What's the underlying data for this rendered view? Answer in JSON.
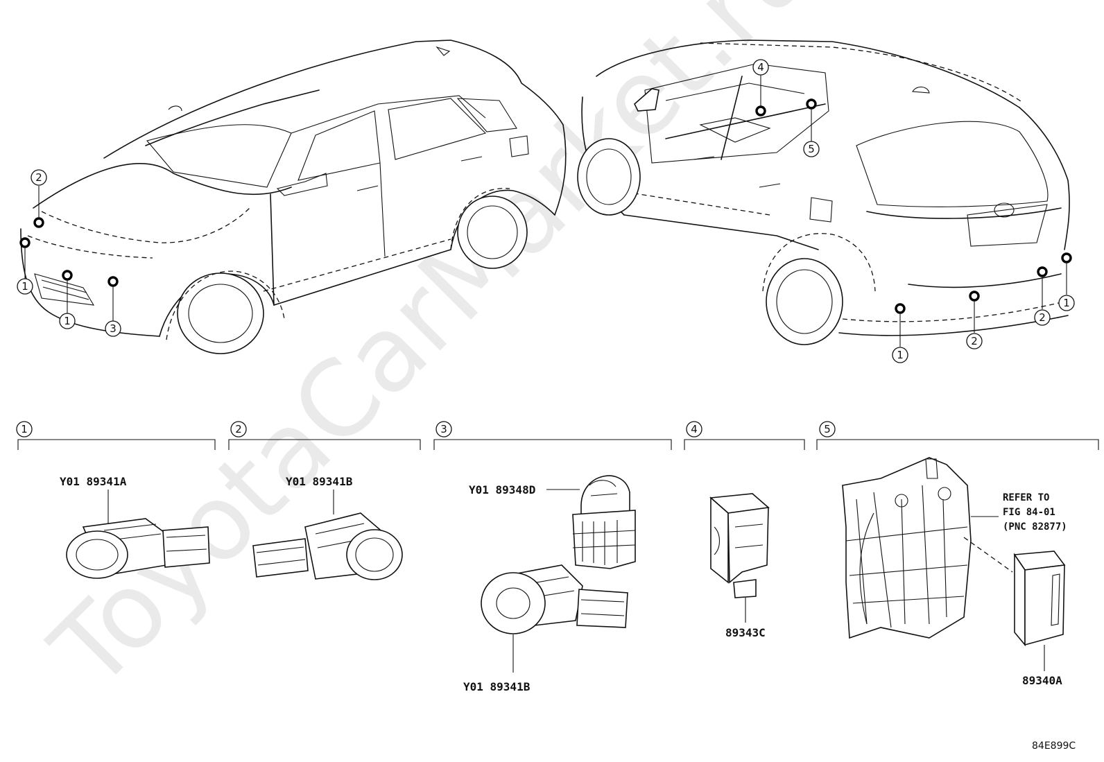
{
  "watermark": "ToyotaCarMarket.ru",
  "figure_code": "84E899C",
  "callout_numbers": [
    "1",
    "2",
    "3",
    "4",
    "5"
  ],
  "groups": [
    {
      "number": "1",
      "parts": [
        "Y01 89341A"
      ]
    },
    {
      "number": "2",
      "parts": [
        "Y01 89341B"
      ]
    },
    {
      "number": "3",
      "parts": [
        "Y01 89348D",
        "Y01 89341B"
      ]
    },
    {
      "number": "4",
      "parts": [
        "89343C"
      ]
    },
    {
      "number": "5",
      "parts": [
        "89340A"
      ]
    }
  ],
  "refer_note": [
    "REFER TO",
    "FIG 84-01",
    "(PNC 82877)"
  ]
}
